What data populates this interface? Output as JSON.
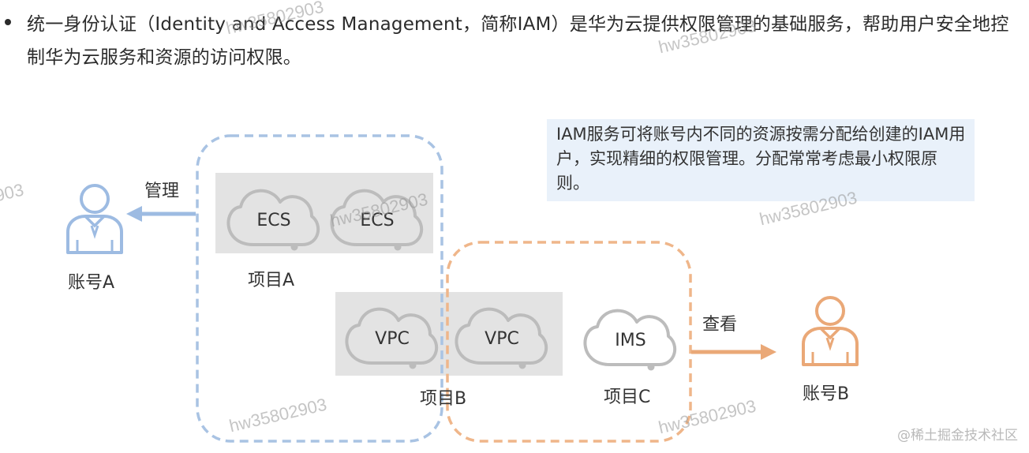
{
  "intro_text": "统一身份认证（Identity and Access Management，简称IAM）是华为云提供权限管理的基础服务，帮助用户安全地控制华为云服务和资源的访问权限。",
  "note_text": "IAM服务可将账号内不同的资源按需分配给创建的IAM用户，实现精细的权限管理。分配常常考虑最小权限原则。",
  "colors": {
    "account_a": "#9dbbe2",
    "account_b": "#eaa877",
    "project_a_border": "#a9c3e3",
    "project_c_border": "#efb68a",
    "resource_fill": "#e3e3e3",
    "cloud_stroke": "#bcbcbc",
    "note_bg": "#e9f1fa"
  },
  "accounts": [
    {
      "id": "a",
      "label": "账号A",
      "icon": "user-icon"
    },
    {
      "id": "b",
      "label": "账号B",
      "icon": "user-icon"
    }
  ],
  "arrows": {
    "manage": "管理",
    "view": "查看"
  },
  "projects": {
    "a": "项目A",
    "b": "项目B",
    "c": "项目C"
  },
  "clouds": {
    "ecs_1": "ECS",
    "ecs_2": "ECS",
    "vpc_1": "VPC",
    "vpc_2": "VPC",
    "ims": "IMS"
  },
  "watermark_text": "hw35802903",
  "footer_credit": "@稀土掘金技术社区"
}
